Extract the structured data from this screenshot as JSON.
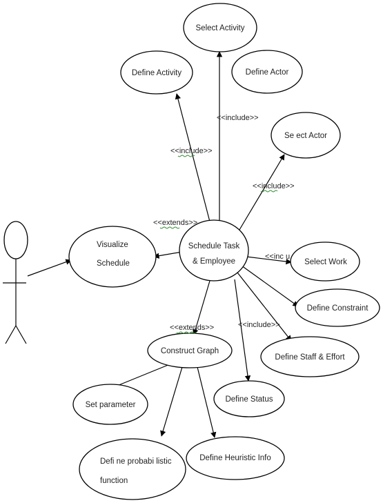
{
  "use_cases": {
    "select_activity": "Select Activity",
    "define_activity": "Define Activity",
    "define_actor": "Define Actor",
    "select_actor": "Se ect Actor",
    "visualize_schedule": [
      "Visualize",
      "Schedule"
    ],
    "schedule_task": [
      "Schedule Task",
      "& Employee"
    ],
    "select_work": "Select Work",
    "define_constraint": "Define Constraint",
    "define_staff_effort": "Define Staff & Effort",
    "construct_graph": "Construct Graph",
    "define_status": "Define Status",
    "set_parameter": "Set parameter",
    "define_heuristic": "Define Heuristic Info",
    "define_probabilistic": [
      "Defi ne probabi listic",
      "function"
    ]
  },
  "stereotypes": {
    "include_top": "<<include>>",
    "include_left": "<<include>>",
    "include_right": "<<include>>",
    "extends_left": "<<extends>>",
    "include_work": "<<inc u",
    "extends_bottom": "<<extends>>",
    "include_bottom": "<<include>>"
  }
}
